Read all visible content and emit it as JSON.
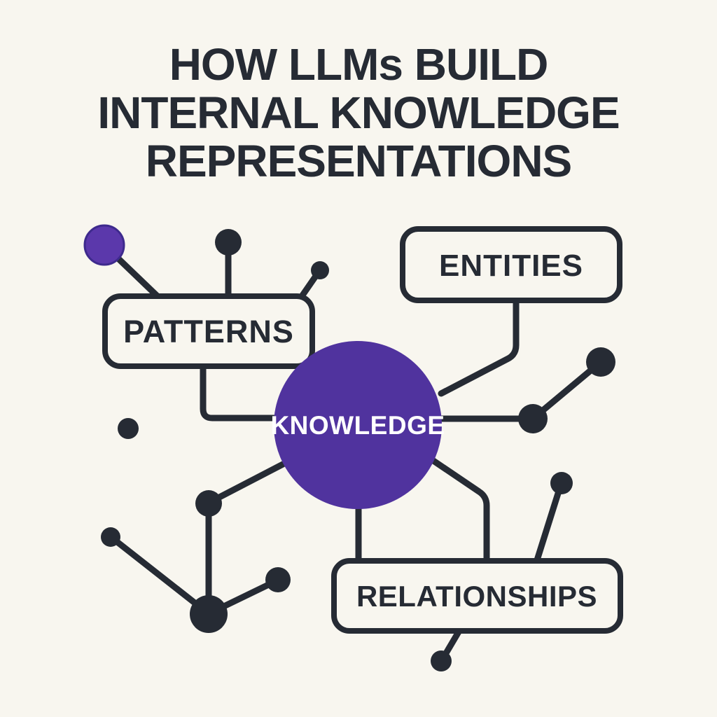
{
  "title": {
    "line1": "HOW LLMs BUILD",
    "line2": "INTERNAL KNOWLEDGE",
    "line3": "REPRESENTATIONS"
  },
  "diagram": {
    "center": {
      "label": "KNOWLEDGE"
    },
    "boxes": {
      "patterns": {
        "label": "PATTERNS"
      },
      "entities": {
        "label": "ENTITIES"
      },
      "relationships": {
        "label": "RELATIONSHIPS"
      }
    }
  },
  "colors": {
    "background": "#f8f6ef",
    "ink": "#262b34",
    "purple": "#50339e",
    "purple_light": "#5b38ab",
    "label_on_purple": "#ffffff"
  }
}
